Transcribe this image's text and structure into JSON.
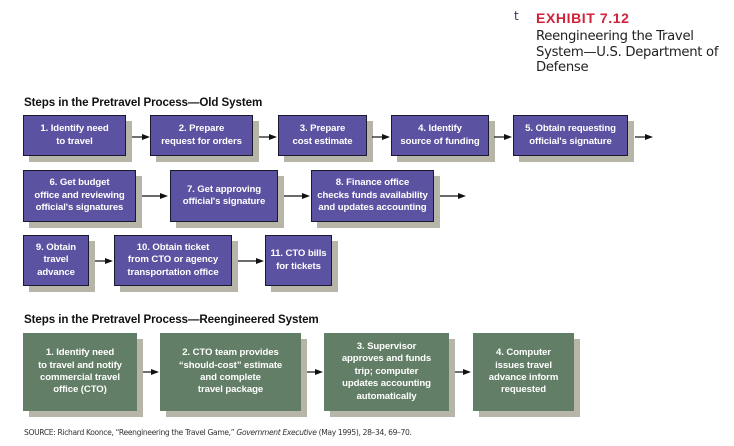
{
  "exhibit": {
    "marker": "t",
    "number": "EXHIBIT 7.12",
    "title": "Reengineering the Travel System—U.S. Department of Defense"
  },
  "old_system": {
    "title": "Steps in the Pretravel Process—Old System",
    "steps": [
      "1. Identify need\nto travel",
      "2. Prepare\nrequest for orders",
      "3. Prepare\ncost estimate",
      "4. Identify\nsource of funding",
      "5. Obtain requesting\nofficial's signature",
      "6. Get budget\noffice and reviewing\nofficial's signatures",
      "7. Get approving\nofficial's signature",
      "8. Finance office\nchecks funds availability\nand updates accounting",
      "9. Obtain\ntravel\nadvance",
      "10. Obtain ticket\nfrom CTO or agency\ntransportation office",
      "11. CTO bills\nfor tickets"
    ]
  },
  "new_system": {
    "title": "Steps in the Pretravel Process—Reengineered System",
    "steps": [
      "1. Identify need\nto travel and notify\ncommercial travel\noffice (CTO)",
      "2. CTO team provides\n“should-cost” estimate\nand complete\ntravel package",
      "3. Supervisor\napproves and funds\ntrip; computer\nupdates accounting\nautomatically",
      "4. Computer\nissues travel\nadvance inform\nrequested"
    ]
  },
  "source": {
    "prefix": "SOURCE: Richard Koonce, “Reengineering the Travel Game,” ",
    "publication": "Government Executive",
    "suffix": " (May 1995), 28–34, 69–70."
  },
  "colors": {
    "old_box": "#5b52a1",
    "new_box": "#627e66",
    "shadow": "#b6b5a8",
    "exhibit_accent": "#d0223a"
  }
}
